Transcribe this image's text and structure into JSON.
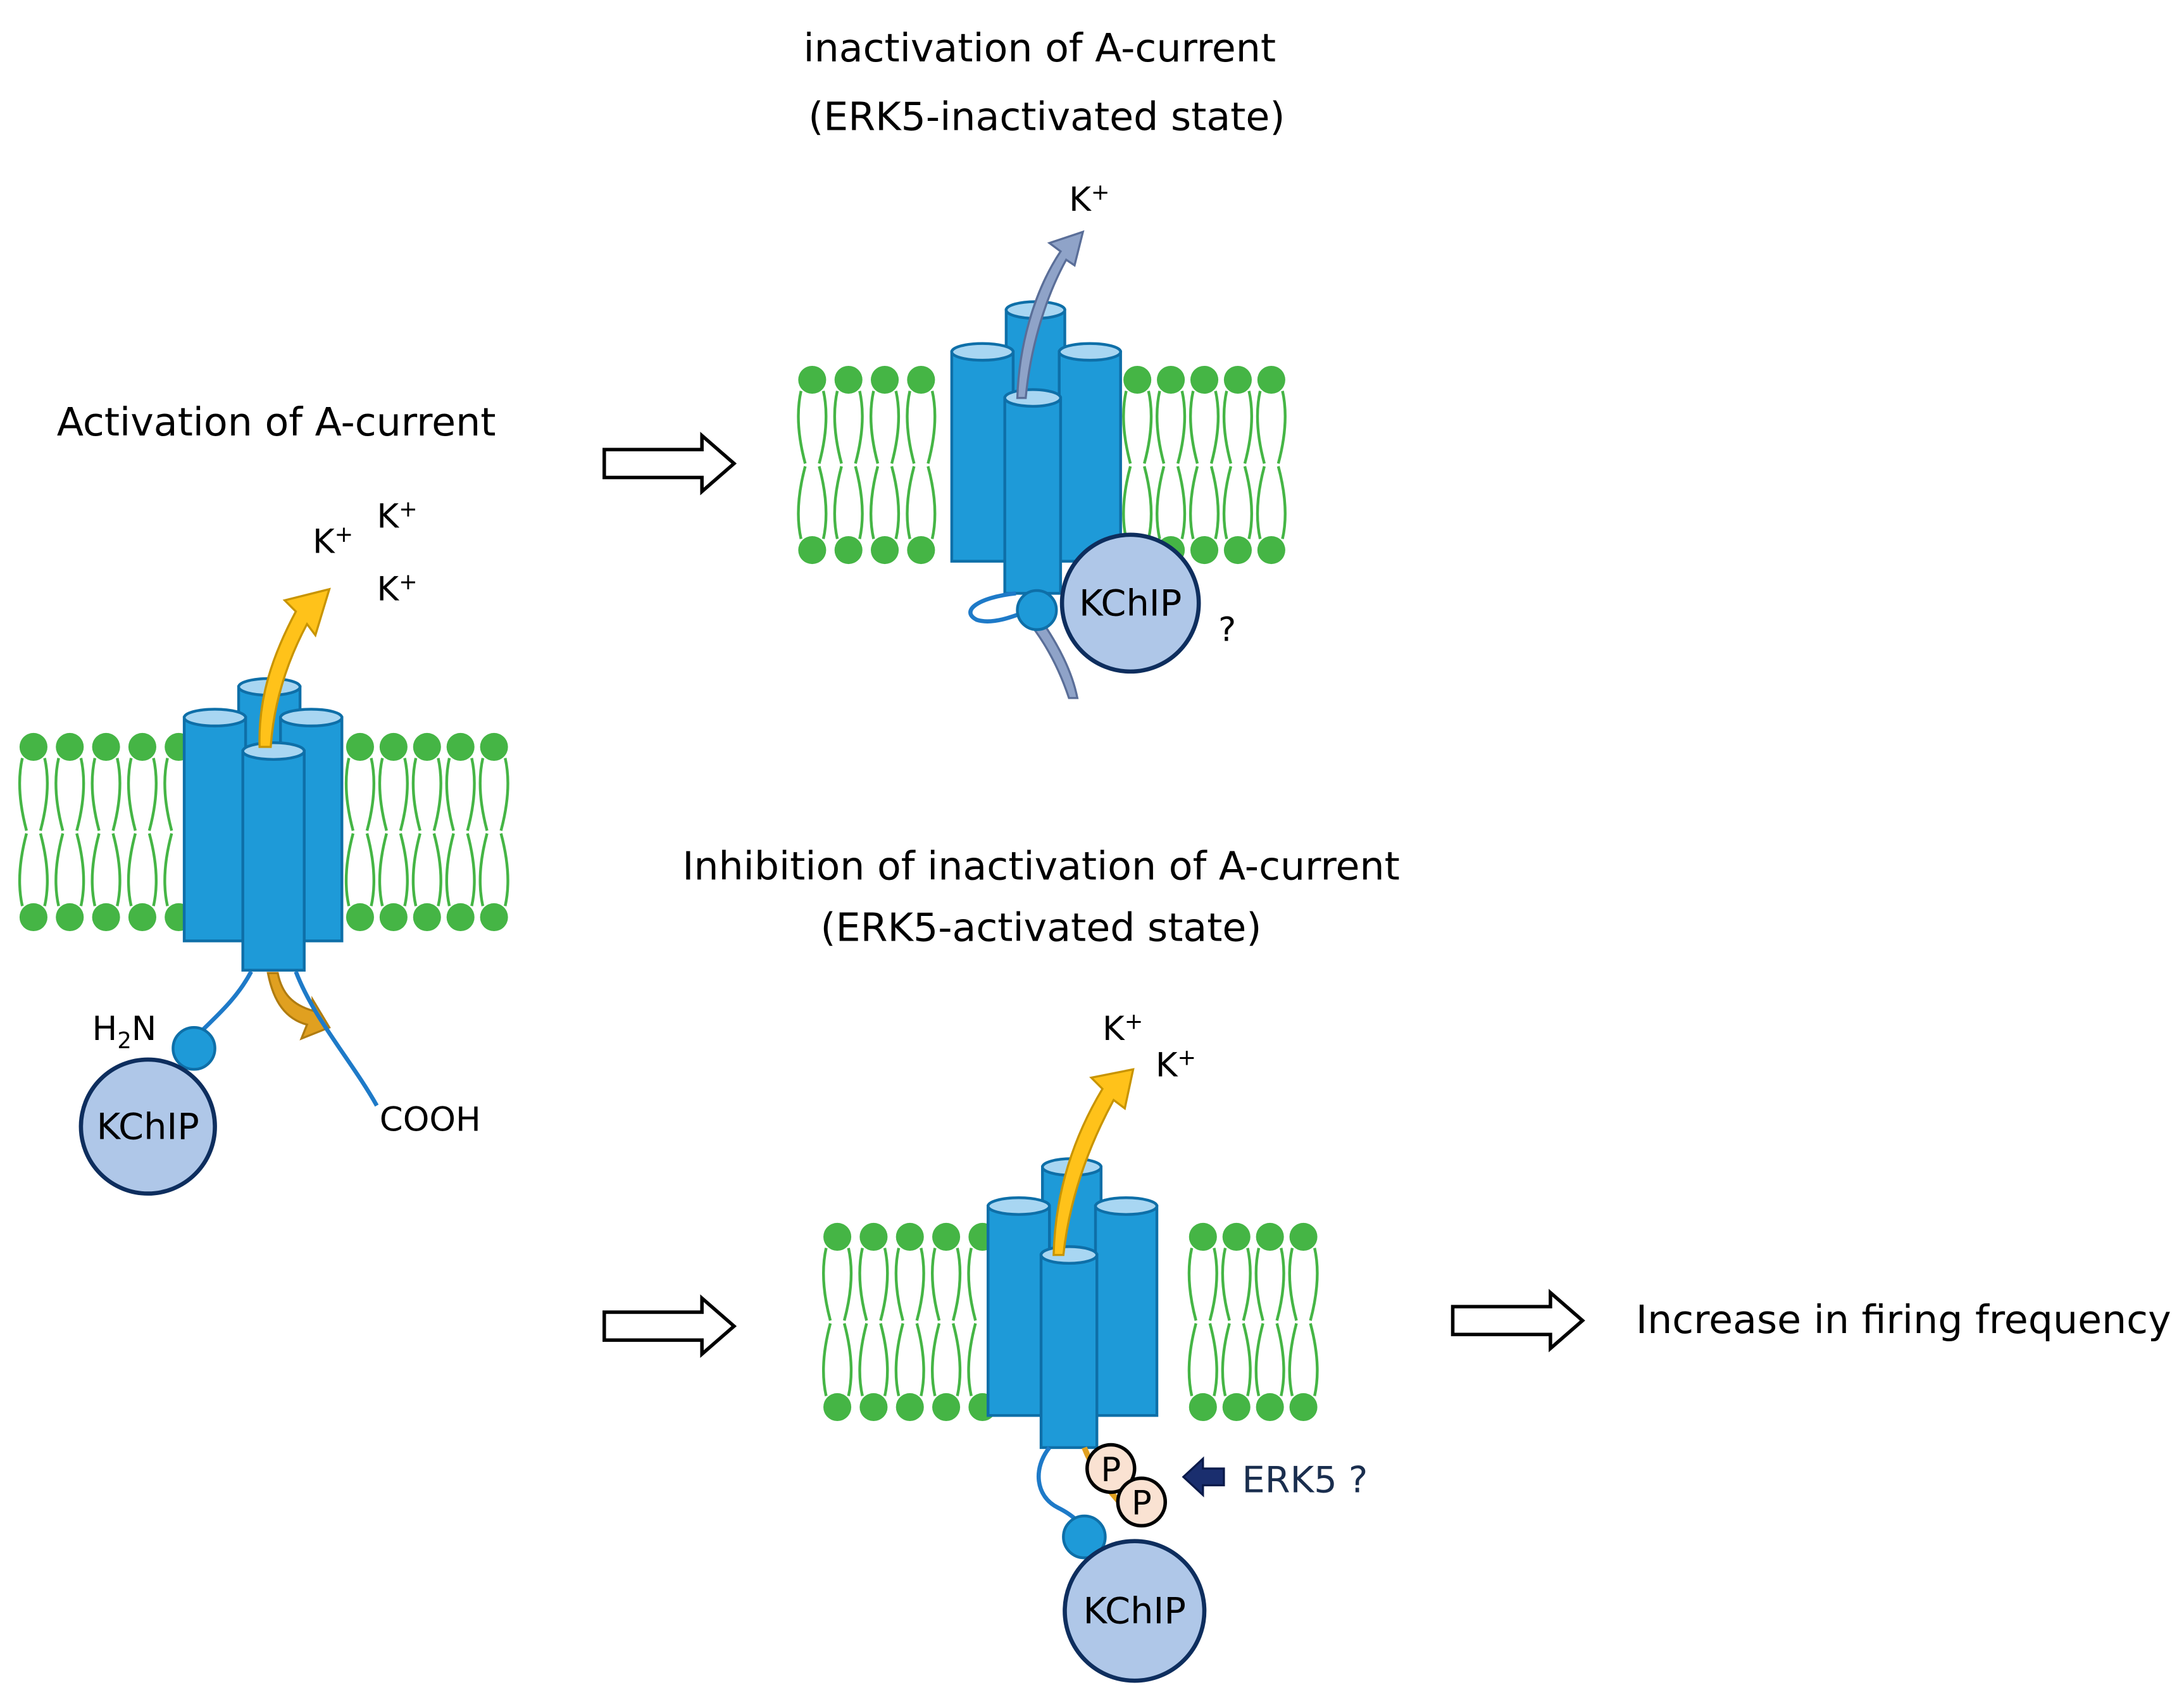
{
  "title_top_1": "inactivation of A-current",
  "title_top_2": "(ERK5-inactivated state)",
  "title_mid_1": "Inhibition of inactivation of A-current",
  "title_mid_2": "(ERK5-activated state)",
  "label_activation": "Activation of A-current",
  "label_outcome": "Increase in firing frequency",
  "k_ion": "K",
  "k_charge": "+",
  "kchip": "KChIP",
  "h2n_h": "H",
  "h2n_sub": "2",
  "h2n_n": "N",
  "cooh": "COOH",
  "question": "?",
  "phospho": "P",
  "erk5": "ERK5 ?",
  "colors": {
    "lipid": "#45B545",
    "channel": "#1E9AD8",
    "channel_top": "#A8D6F2",
    "kchip_fill": "#AFC7E8",
    "kchip_stroke": "#0E2E5E",
    "yellow_arrow": "#FFC21A",
    "gray_arrow": "#8FA3C8",
    "phospho_fill": "#FAE2D2"
  }
}
